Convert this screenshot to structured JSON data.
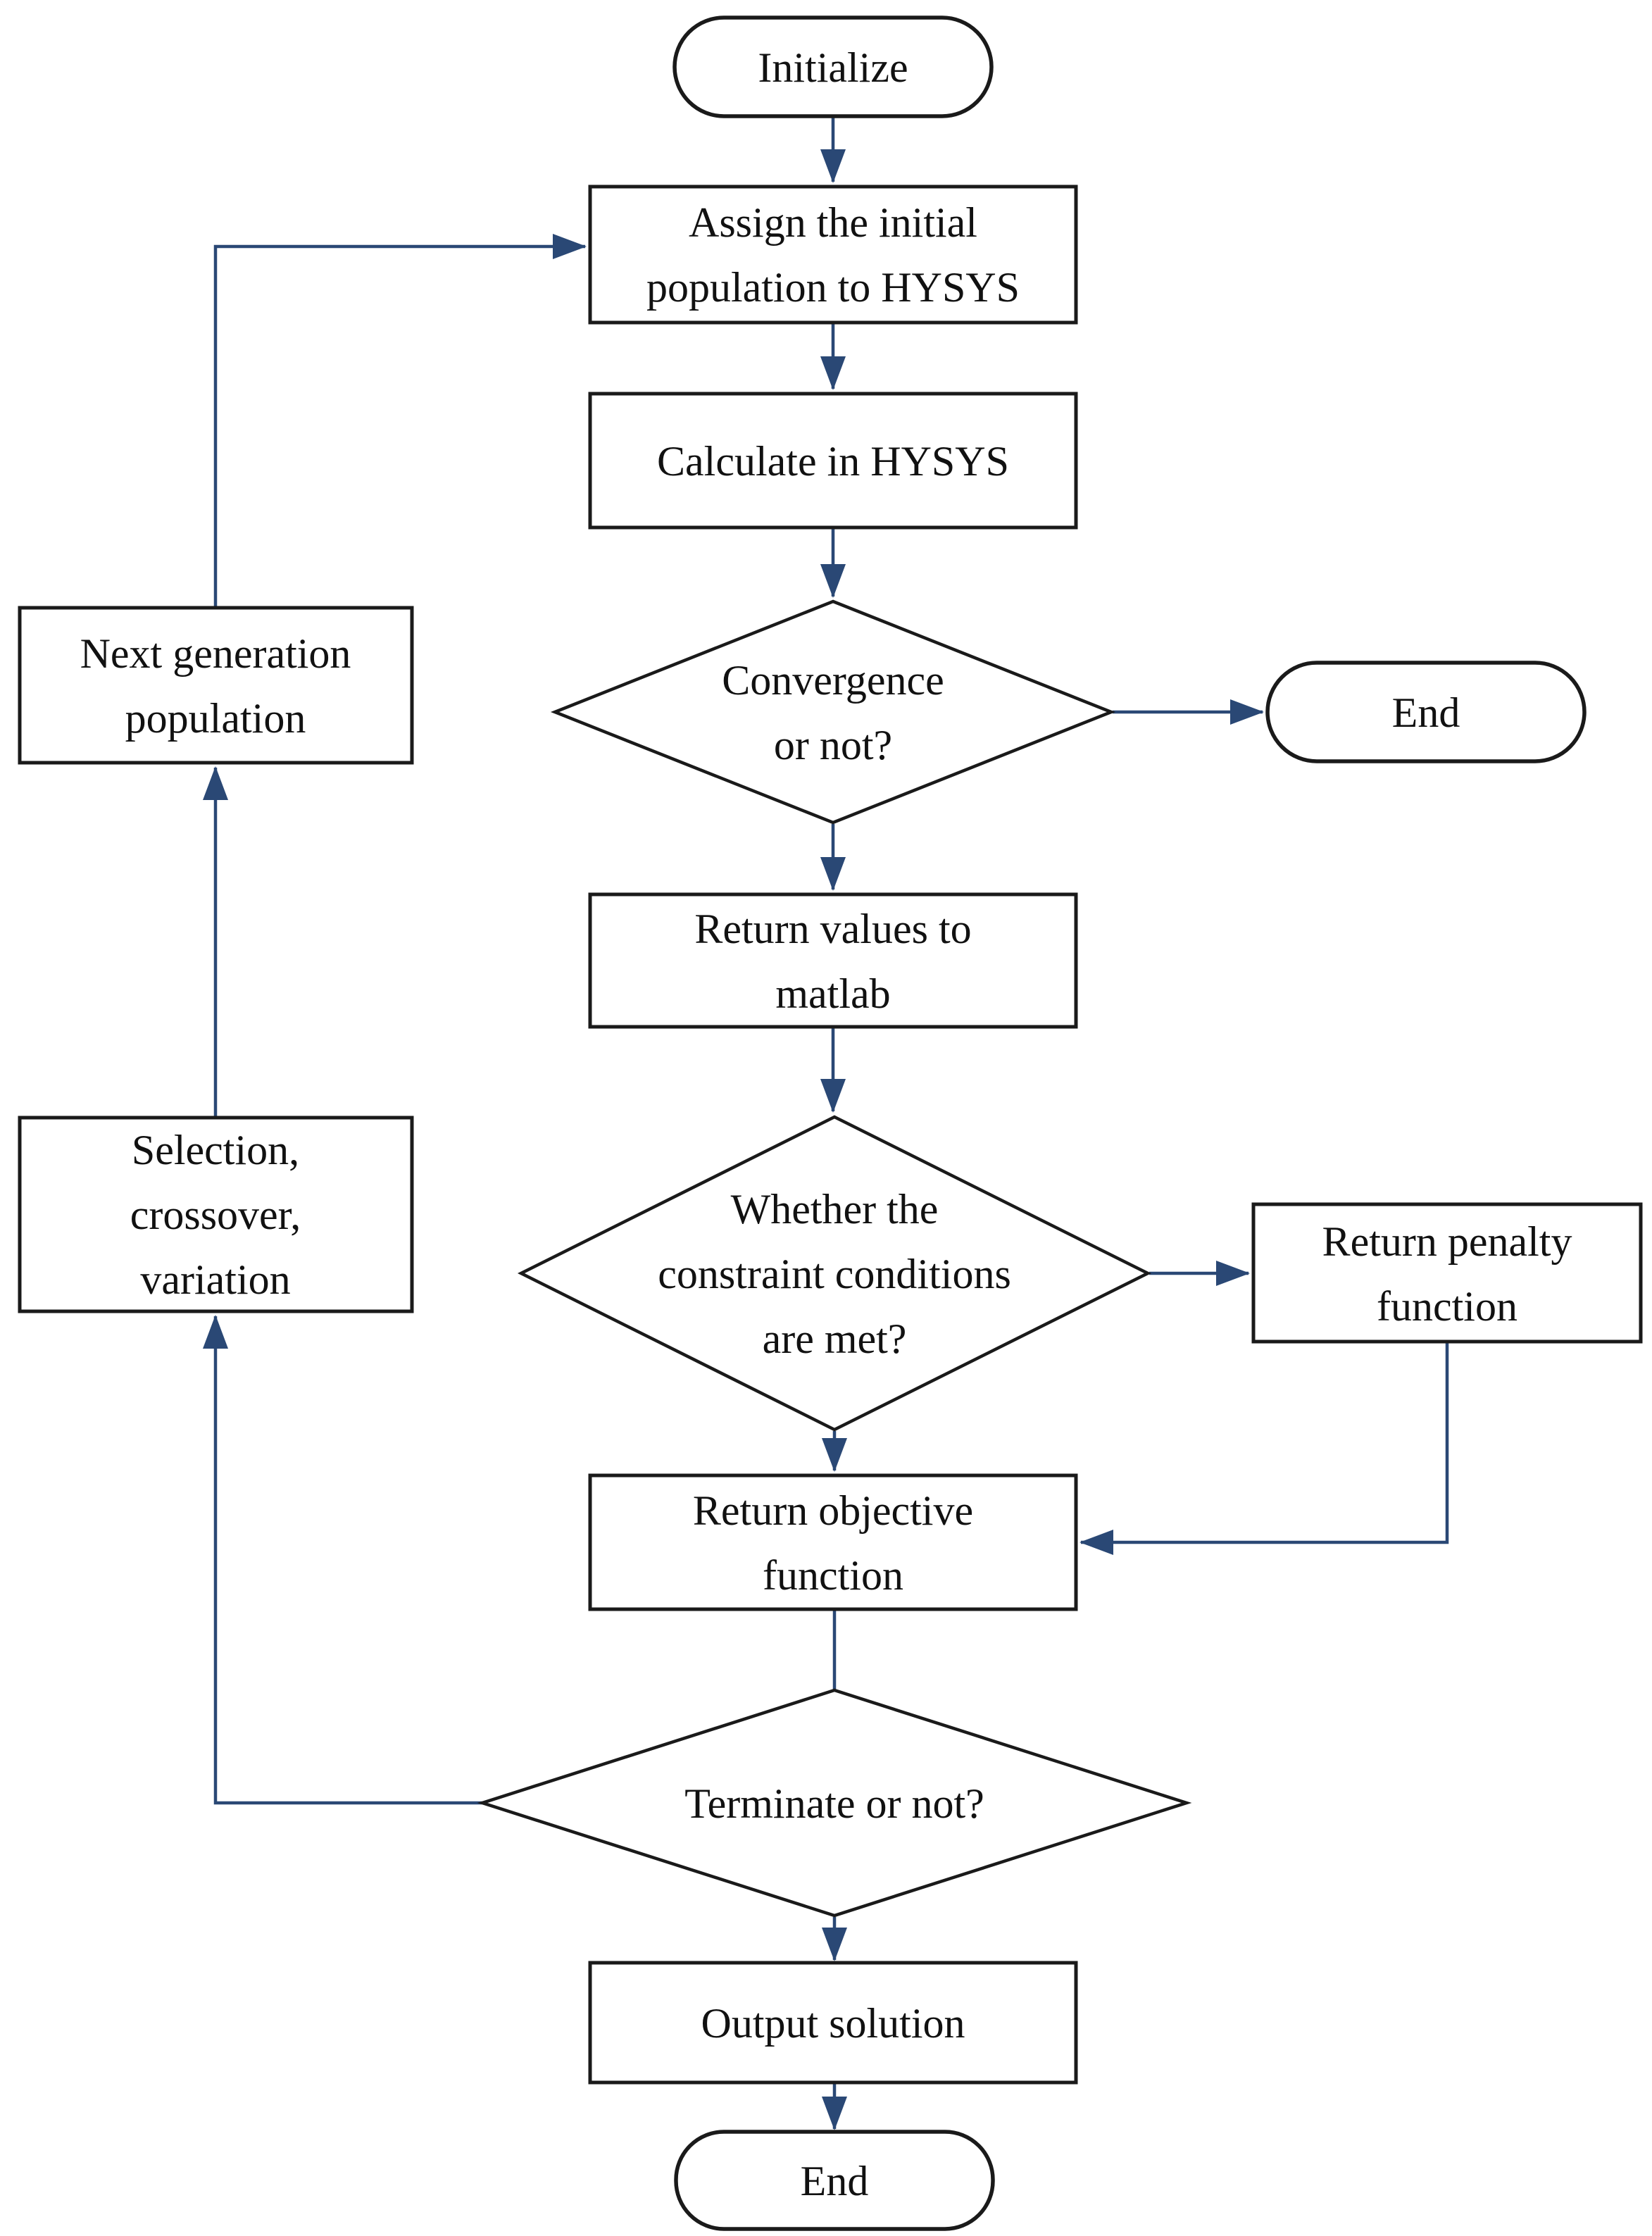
{
  "diagram": {
    "type": "flowchart",
    "colors": {
      "arrow": "#2a4875",
      "shape_border": "#1a1a1a",
      "shape_fill": "#ffffff",
      "text": "#111111",
      "background": "#ffffff"
    },
    "nodes": {
      "initialize": {
        "shape": "terminator",
        "lines": [
          "Initialize"
        ]
      },
      "assign_population": {
        "shape": "process",
        "lines": [
          "Assign the initial",
          "population to HYSYS"
        ]
      },
      "calculate_hysys": {
        "shape": "process",
        "lines": [
          "Calculate in HYSYS"
        ]
      },
      "convergence": {
        "shape": "decision",
        "lines": [
          "Convergence",
          "or not?"
        ]
      },
      "end_convergence": {
        "shape": "terminator",
        "lines": [
          "End"
        ]
      },
      "return_values": {
        "shape": "process",
        "lines": [
          "Return values to",
          "matlab"
        ]
      },
      "constraints": {
        "shape": "decision",
        "lines": [
          "Whether the",
          "constraint conditions",
          "are met?"
        ]
      },
      "return_penalty": {
        "shape": "process",
        "lines": [
          "Return penalty",
          "function"
        ]
      },
      "return_objective": {
        "shape": "process",
        "lines": [
          "Return objective",
          "function"
        ]
      },
      "terminate": {
        "shape": "decision",
        "lines": [
          "Terminate or not?"
        ]
      },
      "output_solution": {
        "shape": "process",
        "lines": [
          "Output solution"
        ]
      },
      "end_final": {
        "shape": "terminator",
        "lines": [
          "End"
        ]
      },
      "next_generation": {
        "shape": "process",
        "lines": [
          "Next generation",
          "population"
        ]
      },
      "selection": {
        "shape": "process",
        "lines": [
          "Selection,",
          "crossover,",
          "variation"
        ]
      }
    },
    "edges": [
      {
        "from": "initialize",
        "to": "assign_population"
      },
      {
        "from": "assign_population",
        "to": "calculate_hysys"
      },
      {
        "from": "calculate_hysys",
        "to": "convergence"
      },
      {
        "from": "convergence",
        "to": "end_convergence"
      },
      {
        "from": "convergence",
        "to": "return_values"
      },
      {
        "from": "return_values",
        "to": "constraints"
      },
      {
        "from": "constraints",
        "to": "return_penalty"
      },
      {
        "from": "constraints",
        "to": "return_objective"
      },
      {
        "from": "return_penalty",
        "to": "return_objective"
      },
      {
        "from": "return_objective",
        "to": "terminate"
      },
      {
        "from": "terminate",
        "to": "output_solution"
      },
      {
        "from": "terminate",
        "to": "selection"
      },
      {
        "from": "selection",
        "to": "next_generation"
      },
      {
        "from": "next_generation",
        "to": "assign_population"
      },
      {
        "from": "output_solution",
        "to": "end_final"
      }
    ]
  }
}
